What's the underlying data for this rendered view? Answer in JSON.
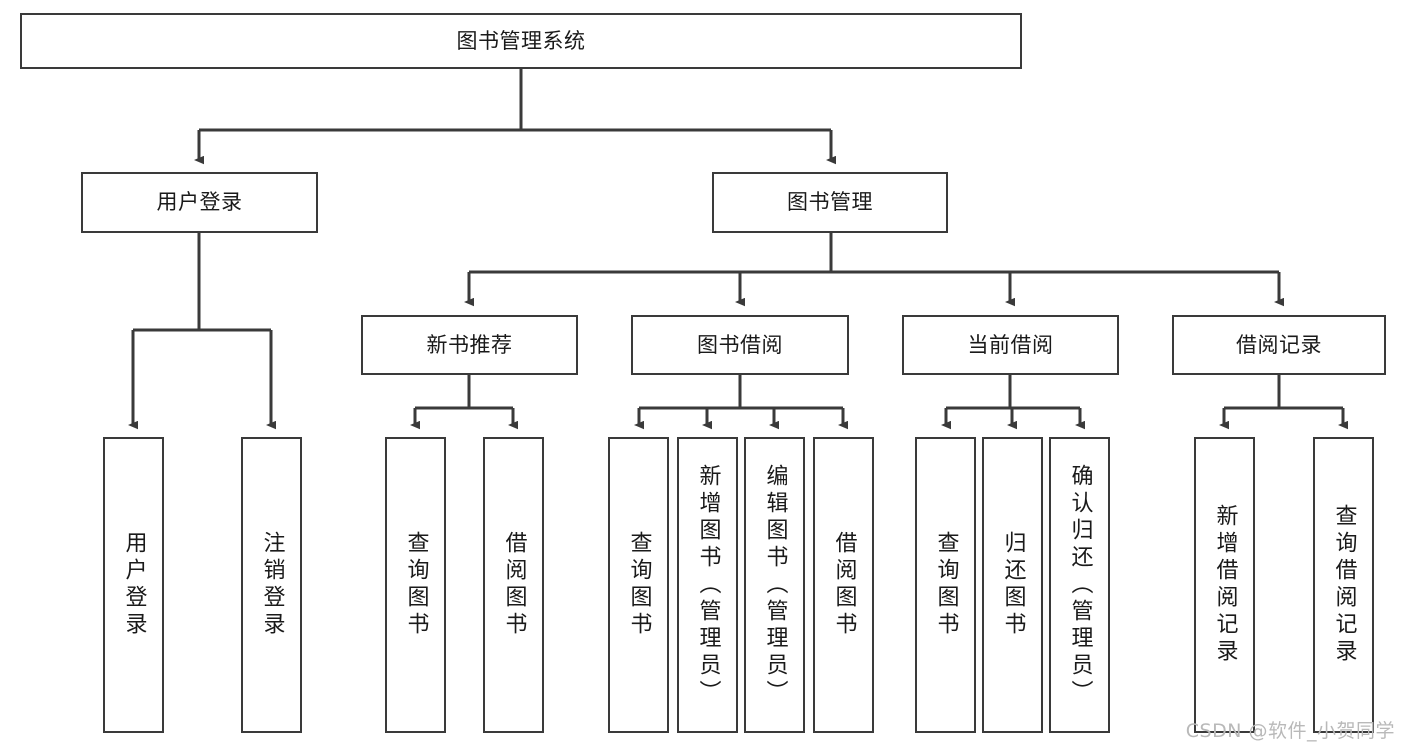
{
  "diagram": {
    "title": "图书管理系统",
    "type": "tree-hierarchy-chart",
    "colors": {
      "box_border": "#3a3a3a",
      "box_fill": "#ffffff",
      "edge": "#3a3a3a",
      "text": "#1a1a1a",
      "watermark": "#b9b9b9",
      "background": "#ffffff"
    },
    "root": {
      "label": "图书管理系统"
    },
    "level2": [
      {
        "label": "用户登录"
      },
      {
        "label": "图书管理"
      }
    ],
    "level3": [
      {
        "label": "新书推荐"
      },
      {
        "label": "图书借阅"
      },
      {
        "label": "当前借阅"
      },
      {
        "label": "借阅记录"
      }
    ],
    "leaves": {
      "user_login": [
        {
          "label": "用户登录"
        },
        {
          "label": "注销登录"
        }
      ],
      "new_book_recommend": [
        {
          "label": "查询图书"
        },
        {
          "label": "借阅图书"
        }
      ],
      "book_borrow": [
        {
          "label": "查询图书"
        },
        {
          "label": "新增图书（管理员）"
        },
        {
          "label": "编辑图书（管理员）"
        },
        {
          "label": "借阅图书"
        }
      ],
      "current_borrow": [
        {
          "label": "查询图书"
        },
        {
          "label": "归还图书"
        },
        {
          "label": "确认归还（管理员）"
        }
      ],
      "borrow_record": [
        {
          "label": "新增借阅记录"
        },
        {
          "label": "查询借阅记录"
        }
      ]
    }
  },
  "watermark": {
    "text": "CSDN @软件_小贺同学"
  }
}
